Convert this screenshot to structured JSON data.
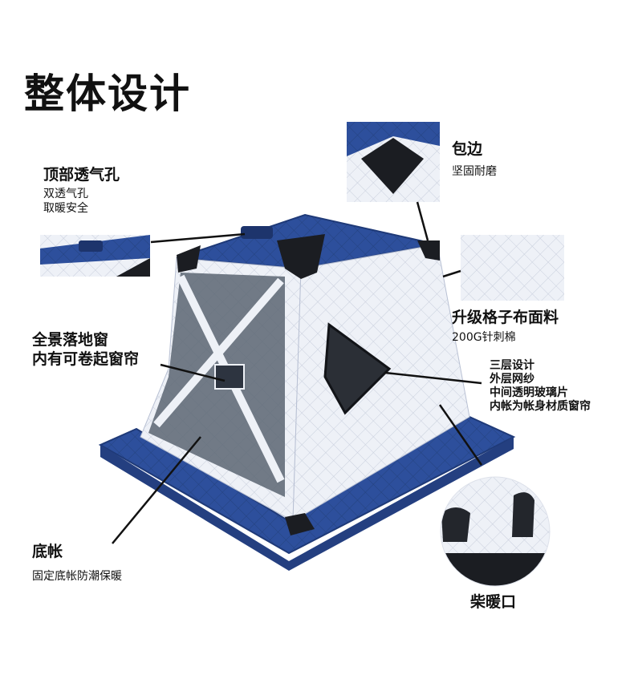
{
  "title": "整体设计",
  "callouts": {
    "top_vent": {
      "label": "顶部透气孔",
      "desc": "双透气孔\n取暖安全"
    },
    "edge": {
      "label": "包边",
      "desc": "坚固耐磨"
    },
    "fabric": {
      "label": "升级格子布面料",
      "desc": "200G针刺棉"
    },
    "window": {
      "label": "全景落地窗\n内有可卷起窗帘"
    },
    "layers": {
      "label": "三层设计\n外层网纱\n中间透明玻璃片\n内帐为帐身材质窗帘"
    },
    "floor": {
      "label": "底帐",
      "desc": "固定底帐防潮保暖"
    },
    "stove": {
      "label": "柴暖口"
    }
  },
  "colors": {
    "tent_blue": "#2d4f9c",
    "tent_white": "#eef1f7",
    "dark": "#1b1d22",
    "leader": "#111111"
  }
}
